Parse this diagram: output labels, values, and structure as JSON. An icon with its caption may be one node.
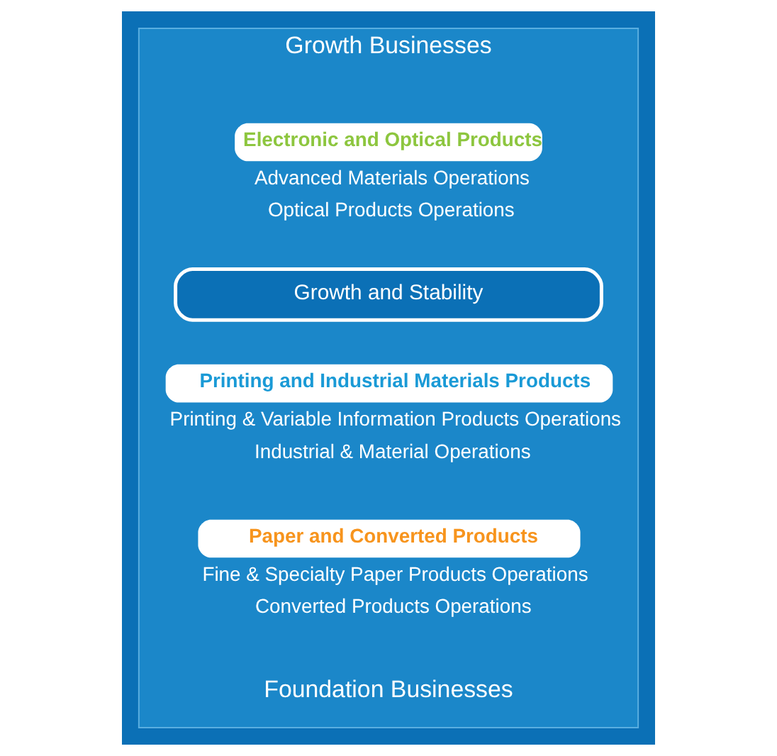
{
  "diagram": {
    "nodes": [
      {
        "text": [
          "Growth Businesses",
          "Foundation Businesses"
        ]
      },
      {
        "text": [
          "Electronic and Optical Products"
        ],
        "in": 0,
        "beside": [
          "Advanced Materials Operations",
          "Optical Products Operations"
        ]
      },
      {
        "text": [
          "Growth and Stability"
        ],
        "in": 0
      },
      {
        "text": [
          "Printing and Industrial Materials Products"
        ],
        "in": 0,
        "beside": [
          "Printing & Variable Information Products Operations",
          "Industrial & Material Operations"
        ]
      },
      {
        "text": [
          "Paper and Converted Products"
        ],
        "in": 0,
        "beside": [
          "Fine & Specialty Paper Products Operations",
          "Converted Products Operations"
        ]
      }
    ]
  }
}
